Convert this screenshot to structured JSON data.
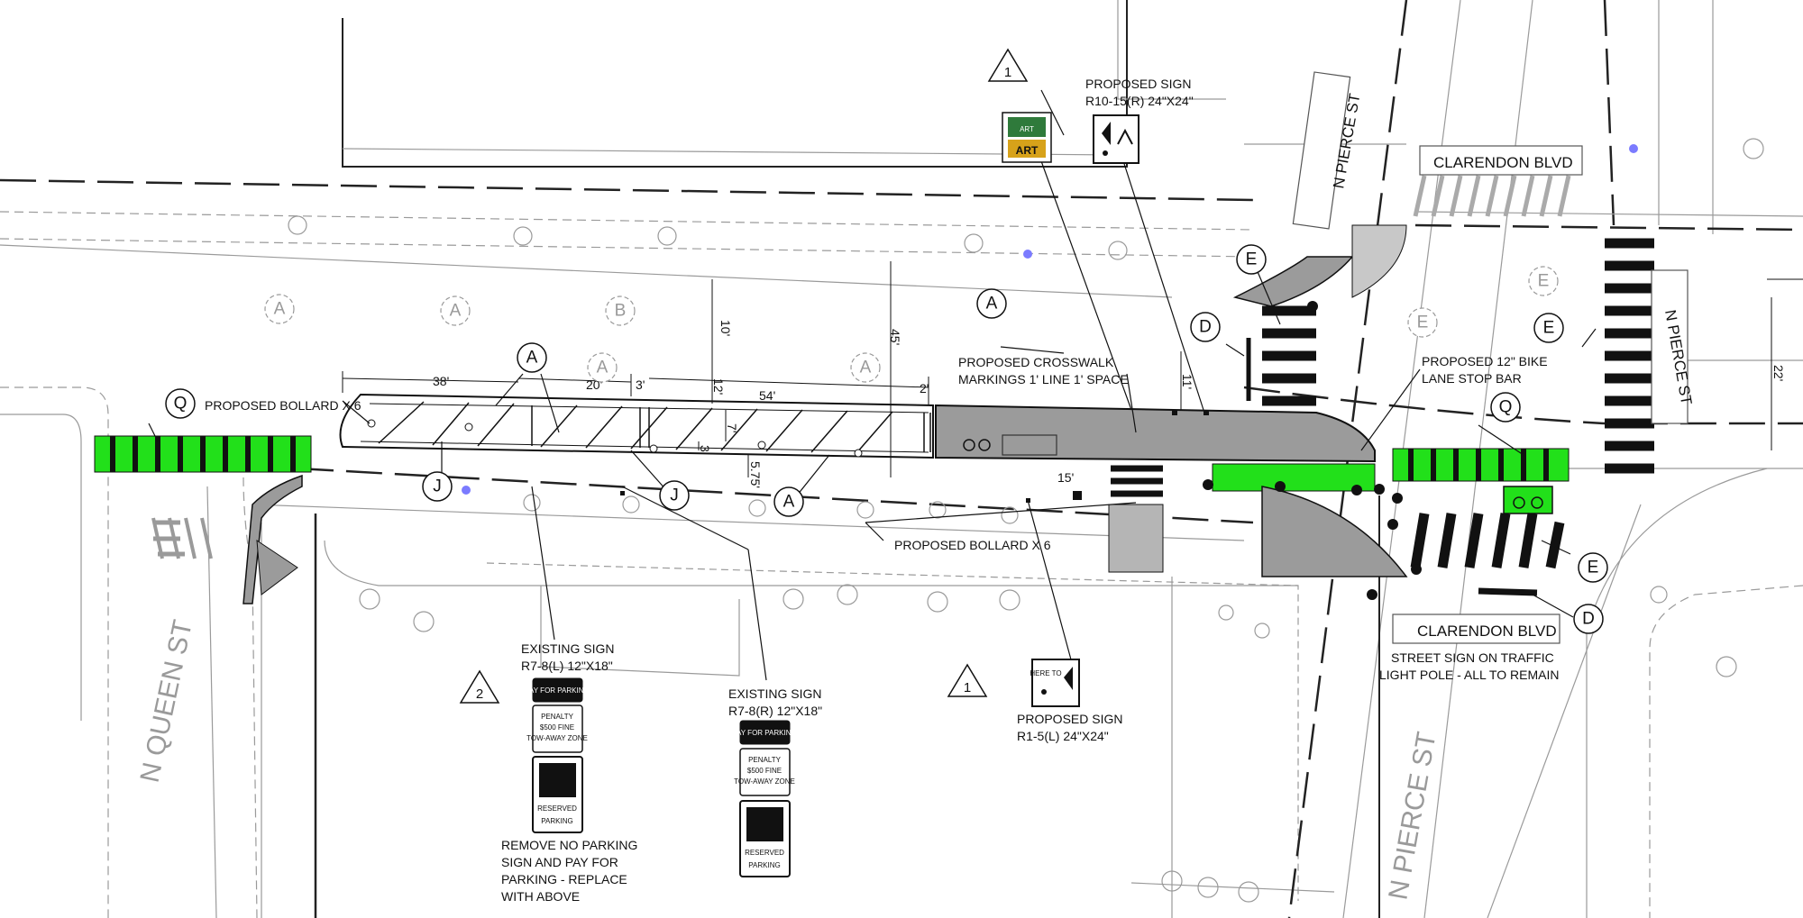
{
  "streets": {
    "n_queen": "N QUEEN ST",
    "n_pierce": "N PIERCE ST",
    "clarendon": "CLARENDON BLVD"
  },
  "notes": {
    "proposed_bollard": "PROPOSED BOLLARD X 6",
    "crosswalk_1": "PROPOSED CROSSWALK",
    "crosswalk_2": "MARKINGS 1' LINE 1' SPACE",
    "bike_stop_1": "PROPOSED 12\" BIKE",
    "bike_stop_2": "LANE STOP BAR",
    "sign_r1015_1": "PROPOSED SIGN",
    "sign_r1015_2": "R10-15(R) 24\"X24\"",
    "sign_r15_1": "PROPOSED SIGN",
    "sign_r15_2": "R1-5(L) 24\"X24\"",
    "existing_l_1": "EXISTING SIGN",
    "existing_l_2": "R7-8(L) 12\"X18\"",
    "existing_r_1": "EXISTING SIGN",
    "existing_r_2": "R7-8(R) 12\"X18\"",
    "remove_1": "REMOVE NO PARKING",
    "remove_2": "SIGN AND PAY FOR",
    "remove_3": "PARKING - REPLACE",
    "remove_4": "WITH ABOVE",
    "street_sign_1": "STREET SIGN ON TRAFFIC",
    "street_sign_2": "LIGHT POLE - ALL TO REMAIN"
  },
  "dimensions": {
    "d38": "38'",
    "d20": "20'",
    "d3a": "3'",
    "d54": "54'",
    "d2": "2'",
    "d10": "10'",
    "d12": "12'",
    "d45": "45'",
    "d7": "7'",
    "d3b": "3'",
    "d575": "5.75'",
    "d11": "11'",
    "d15": "15'",
    "d22": "22'"
  },
  "callouts": {
    "A": "A",
    "B": "B",
    "D": "D",
    "E": "E",
    "J": "J",
    "Q": "Q"
  },
  "triangles": {
    "t1": "1",
    "t2": "2"
  },
  "sign_text": {
    "art_1": "ART",
    "art_2": "ART",
    "pay_for_parking": "PAY FOR PARKING",
    "penalty_1": "PENALTY",
    "penalty_2": "$500 FINE",
    "penalty_3": "TOW-AWAY ZONE",
    "reserved_1": "RESERVED",
    "reserved_2": "PARKING",
    "here_to": "HERE TO"
  },
  "colors": {
    "bike_green": "#22e01a",
    "island_gray": "#9b9b9b",
    "line_dark": "#111111",
    "line_light": "#9a9a9a"
  }
}
